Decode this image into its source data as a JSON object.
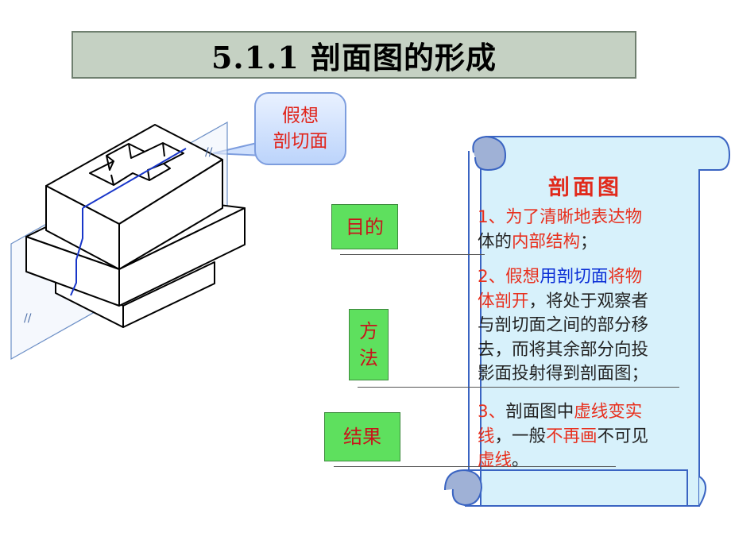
{
  "title": "5.1.1   剖面图的形成",
  "callout": {
    "line1": "假想",
    "line2": "剖切面"
  },
  "labels": {
    "purpose": "目的",
    "method_1": "方",
    "method_2": "法",
    "result": "结果"
  },
  "scroll": {
    "heading": "剖面图",
    "item1": {
      "prefix": "1、为了清晰地表达物",
      "line2_pre": "体的",
      "line2_red": "内部结构",
      "line2_post": "；"
    },
    "item2": {
      "l1_red1": "2、假想",
      "l1_blue": "用剖切面",
      "l1_red2": "将物",
      "l2_red": "体剖开",
      "l2_post": "，将处于观察者",
      "l3": "与剖切面之间的部分移",
      "l4": "去，而将其余部分向投",
      "l5": "影面投射得到剖面图；"
    },
    "item3": {
      "l1_red1": "3、",
      "l1_mid": "剖面图中",
      "l1_red2": "虚线变实",
      "l2_red1": "线",
      "l2_mid": "，一般",
      "l2_red2": "不再画",
      "l2_post": "不可见",
      "l3_red": "虚线",
      "l3_post": "。"
    }
  },
  "colors": {
    "accent_red": "#e8301e",
    "accent_blue": "#0a2ed6",
    "label_green": "#5ee05e",
    "scroll_fill": "#d7f1fb",
    "title_bar": "#c5d1c3"
  }
}
